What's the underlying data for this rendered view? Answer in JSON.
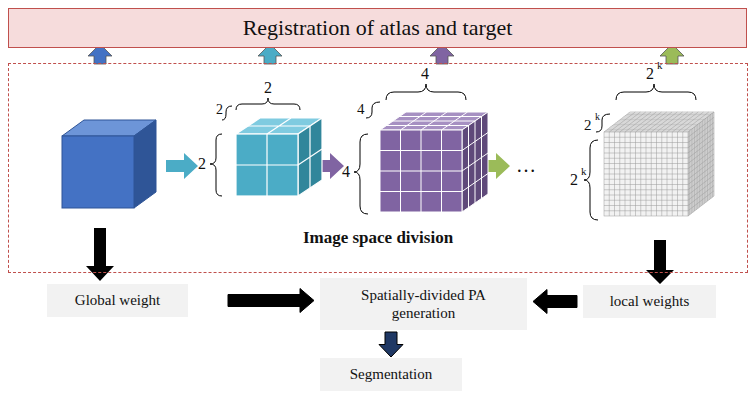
{
  "diagram": {
    "nodes": [
      {
        "text": [
          "Registration of atlas and target"
        ]
      },
      {
        "text": [
          "Image space division"
        ]
      },
      {
        "text": [
          "Global weight"
        ]
      },
      {
        "text": [
          "Spatially-divided PA generation"
        ]
      },
      {
        "text": [
          "Segmentation"
        ]
      },
      {
        "text": [
          "local weights"
        ]
      }
    ],
    "edges": [
      {
        "from": 2,
        "to": 3,
        "arrow": "to"
      },
      {
        "from": 5,
        "to": 3,
        "arrow": "to"
      },
      {
        "from": 3,
        "to": 4,
        "arrow": "to"
      }
    ],
    "labels": [
      "2",
      "2",
      "2",
      "4",
      "4",
      "4",
      "2",
      "k",
      "2",
      "k",
      "2",
      "k",
      "…"
    ]
  }
}
